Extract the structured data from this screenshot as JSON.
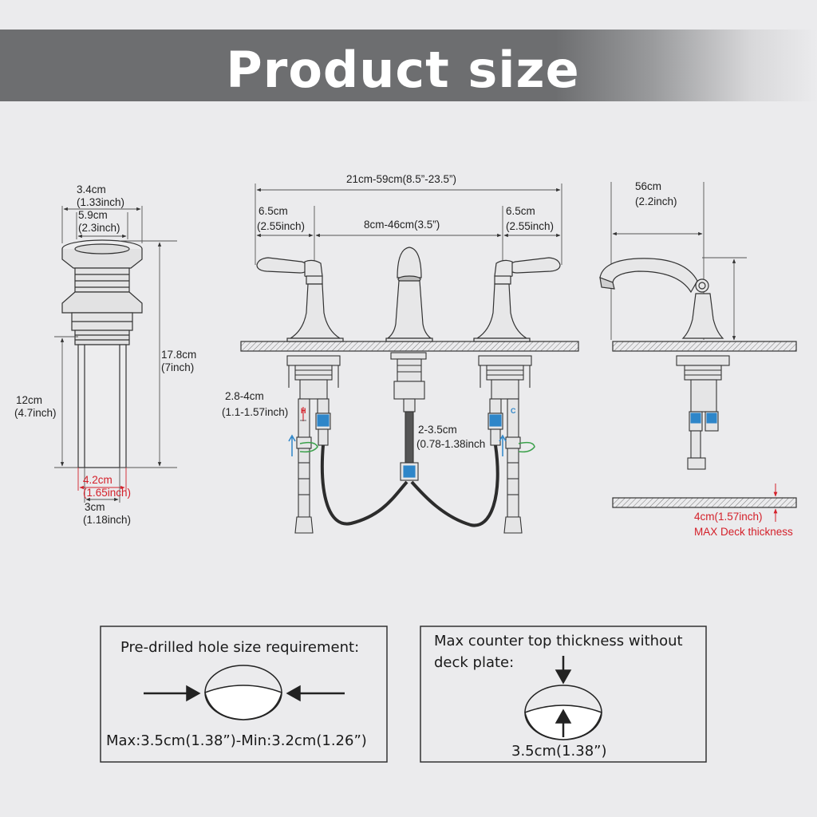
{
  "title": "Product size",
  "drain": {
    "top_width": "3.4cm",
    "top_width_inch": "(1.33inch)",
    "flange_width": "5.9cm",
    "flange_width_inch": "(2.3inch)",
    "total_height": "17.8cm",
    "total_height_inch": "(7inch)",
    "tail_height": "12cm",
    "tail_height_inch": "(4.7inch)",
    "tail_outer": "4.2cm",
    "tail_outer_inch": "(1.65inch)",
    "tail_inner": "3cm",
    "tail_inner_inch": "(1.18inch)"
  },
  "faucet_front": {
    "overall_spread": "21cm-59cm(8.5”-23.5”)",
    "left_handle": "6.5cm",
    "left_handle_inch": "(2.55inch)",
    "center_spread": "8cm-46cm(3.5”)",
    "right_handle": "6.5cm",
    "right_handle_inch": "(2.55inch)",
    "shank_length": "2.8-4cm",
    "shank_length_inch": "(1.1-1.57inch)",
    "spout_shank": "2-3.5cm",
    "spout_shank_inch": "(0.78-1.38inch",
    "hot_tag": "H",
    "cold_tag": "C"
  },
  "faucet_side": {
    "spout_reach": "56cm",
    "spout_reach_inch": "(2.2inch)",
    "deck_thickness": "4cm(1.57inch)",
    "deck_note": "MAX Deck thickness"
  },
  "box_left": {
    "heading": "Pre-drilled hole size requirement:",
    "size": "Max:3.5cm(1.38”)-Min:3.2cm(1.26”)"
  },
  "box_right": {
    "heading_line1": "Max counter top thickness without",
    "heading_line2": "deck plate:",
    "size": "3.5cm(1.38”)"
  },
  "colors": {
    "banner": "#6d6e70",
    "accent_red": "#d4202a",
    "fitting_blue": "#2e86c9",
    "arrow_green": "#3aa04a"
  }
}
